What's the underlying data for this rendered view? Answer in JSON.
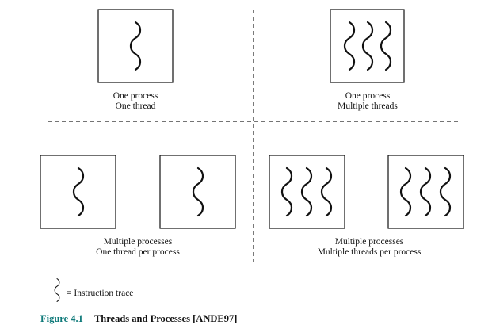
{
  "quadrants": [
    {
      "line1": "One process",
      "line2": "One thread"
    },
    {
      "line1": "One process",
      "line2": "Multiple threads"
    },
    {
      "line1": "Multiple processes",
      "line2": "One thread per process"
    },
    {
      "line1": "Multiple processes",
      "line2": "Multiple threads per process"
    }
  ],
  "legend": {
    "text": "= Instruction trace"
  },
  "caption": {
    "number": "Figure 4.1",
    "title": "Threads and Processes [ANDE97]"
  },
  "colors": {
    "caption_number": "#0f7a7a",
    "stroke": "#111111"
  },
  "icons": {
    "thread": "wavy-thread-icon"
  }
}
